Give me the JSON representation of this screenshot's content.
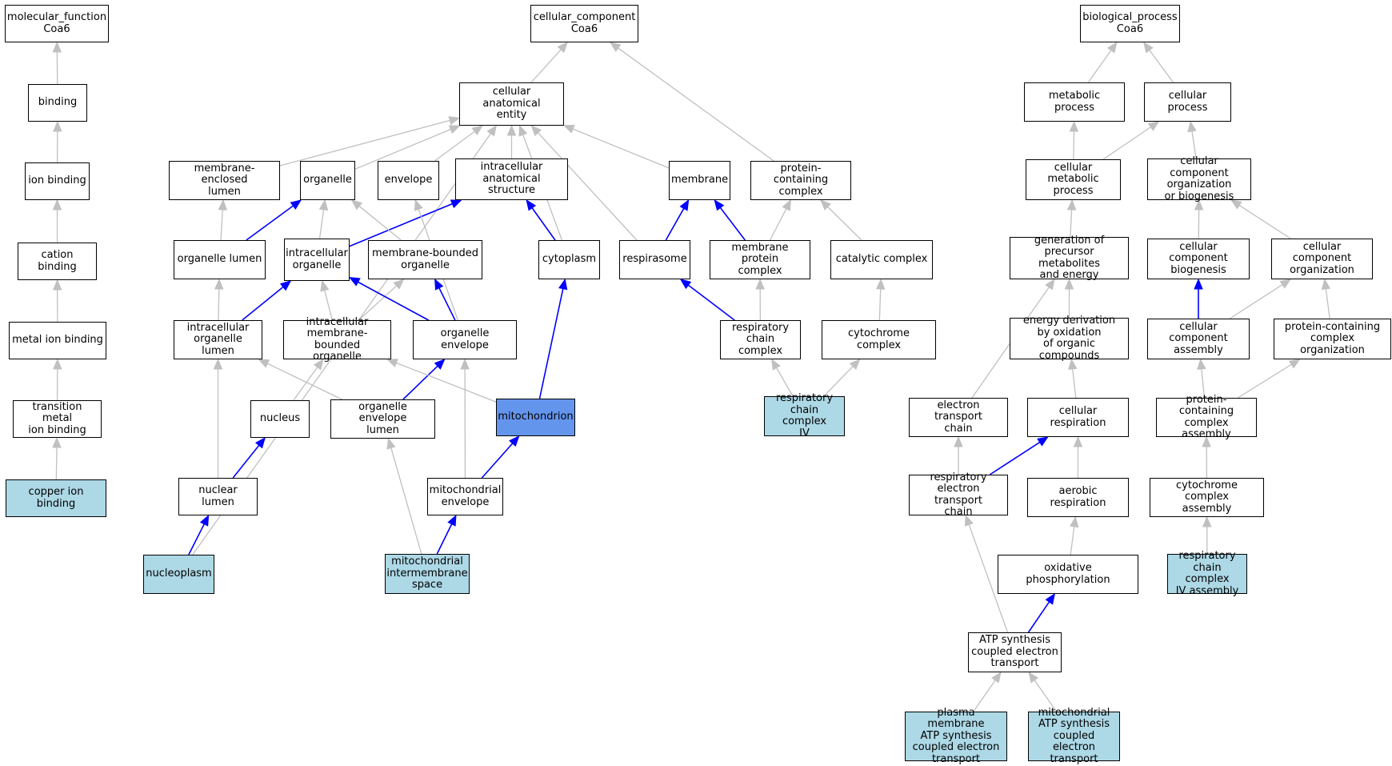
{
  "colors": {
    "edge_default": "#c0c0c0",
    "edge_highlight": "#0000ff",
    "leaf_fill": "#add8e6",
    "focus_fill": "#6495ed"
  },
  "nodes": {
    "mf_root": {
      "label": "molecular_function\nCoa6",
      "kind": "root"
    },
    "binding": {
      "label": "binding"
    },
    "ion_binding": {
      "label": "ion binding"
    },
    "cation_binding": {
      "label": "cation binding"
    },
    "metal_ion_binding": {
      "label": "metal ion binding"
    },
    "tm_ion_binding": {
      "label": "transition metal\nion binding"
    },
    "copper_ion_binding": {
      "label": "copper ion binding",
      "kind": "leaf"
    },
    "cc_root": {
      "label": "cellular_component\nCoa6",
      "kind": "root"
    },
    "cae": {
      "label": "cellular anatomical\nentity"
    },
    "mel": {
      "label": "membrane-enclosed\nlumen"
    },
    "organelle": {
      "label": "organelle"
    },
    "envelope": {
      "label": "envelope"
    },
    "ias": {
      "label": "intracellular\nanatomical structure"
    },
    "membrane": {
      "label": "membrane"
    },
    "pcc": {
      "label": "protein-containing\ncomplex"
    },
    "org_lumen": {
      "label": "organelle lumen"
    },
    "intra_org": {
      "label": "intracellular\norganelle"
    },
    "mbo": {
      "label": "membrane-bounded\norganelle"
    },
    "cytoplasm": {
      "label": "cytoplasm"
    },
    "respirasome": {
      "label": "respirasome"
    },
    "mpc": {
      "label": "membrane protein\ncomplex"
    },
    "catalytic": {
      "label": "catalytic complex"
    },
    "iol": {
      "label": "intracellular\norganelle lumen"
    },
    "imbo": {
      "label": "intracellular\nmembrane-bounded\norganelle"
    },
    "org_env": {
      "label": "organelle envelope"
    },
    "rcc": {
      "label": "respiratory\nchain complex"
    },
    "cyt_complex": {
      "label": "cytochrome complex"
    },
    "nucleus": {
      "label": "nucleus"
    },
    "oel": {
      "label": "organelle envelope\nlumen"
    },
    "mito": {
      "label": "mitochondrion",
      "kind": "focus"
    },
    "rcc4": {
      "label": "respiratory\nchain complex\nIV",
      "kind": "leaf"
    },
    "nuc_lumen": {
      "label": "nuclear lumen"
    },
    "mito_env": {
      "label": "mitochondrial\nenvelope"
    },
    "nucleoplasm": {
      "label": "nucleoplasm",
      "kind": "leaf"
    },
    "mims": {
      "label": "mitochondrial\nintermembrane\nspace",
      "kind": "leaf"
    },
    "bp_root": {
      "label": "biological_process\nCoa6",
      "kind": "root"
    },
    "metabolic": {
      "label": "metabolic process"
    },
    "cellular": {
      "label": "cellular process"
    },
    "cell_metab": {
      "label": "cellular metabolic\nprocess"
    },
    "ccob": {
      "label": "cellular component\norganization\nor biogenesis"
    },
    "gen_precursor": {
      "label": "generation of\nprecursor metabolites\nand energy"
    },
    "cc_biogenesis": {
      "label": "cellular component\nbiogenesis"
    },
    "cc_org": {
      "label": "cellular component\norganization"
    },
    "energy_deriv": {
      "label": "energy derivation\nby oxidation\nof organic compounds"
    },
    "cc_assembly": {
      "label": "cellular component\nassembly"
    },
    "pc_org": {
      "label": "protein-containing\ncomplex organization"
    },
    "etc": {
      "label": "electron transport\nchain"
    },
    "cell_resp": {
      "label": "cellular respiration"
    },
    "pc_assembly": {
      "label": "protein-containing\ncomplex assembly"
    },
    "retc": {
      "label": "respiratory\nelectron transport\nchain"
    },
    "aerobic": {
      "label": "aerobic respiration"
    },
    "cyt_assembly": {
      "label": "cytochrome complex\nassembly"
    },
    "oxphos": {
      "label": "oxidative phosphorylation"
    },
    "rcc4_assembly": {
      "label": "respiratory\nchain complex\nIV assembly",
      "kind": "leaf"
    },
    "atp_synth": {
      "label": "ATP synthesis\ncoupled electron\ntransport"
    },
    "pm_atp": {
      "label": "plasma membrane\nATP synthesis\ncoupled electron\ntransport",
      "kind": "leaf"
    },
    "mito_atp": {
      "label": "mitochondrial\nATP synthesis\ncoupled electron\ntransport",
      "kind": "leaf"
    }
  },
  "edges": [
    [
      "binding",
      "mf_root",
      "g"
    ],
    [
      "ion_binding",
      "binding",
      "g"
    ],
    [
      "cation_binding",
      "ion_binding",
      "g"
    ],
    [
      "metal_ion_binding",
      "cation_binding",
      "g"
    ],
    [
      "tm_ion_binding",
      "metal_ion_binding",
      "g"
    ],
    [
      "copper_ion_binding",
      "tm_ion_binding",
      "g"
    ],
    [
      "cae",
      "cc_root",
      "g"
    ],
    [
      "pcc",
      "cc_root",
      "g"
    ],
    [
      "mel",
      "cae",
      "g"
    ],
    [
      "organelle",
      "cae",
      "g"
    ],
    [
      "envelope",
      "cae",
      "g"
    ],
    [
      "ias",
      "cae",
      "g"
    ],
    [
      "membrane",
      "cae",
      "g"
    ],
    [
      "cytoplasm",
      "cae",
      "g"
    ],
    [
      "respirasome",
      "cae",
      "g"
    ],
    [
      "nucleoplasm",
      "cae",
      "g"
    ],
    [
      "org_lumen",
      "mel",
      "g"
    ],
    [
      "org_lumen",
      "organelle",
      "b"
    ],
    [
      "intra_org",
      "organelle",
      "g"
    ],
    [
      "intra_org",
      "ias",
      "b"
    ],
    [
      "mbo",
      "organelle",
      "g"
    ],
    [
      "cytoplasm",
      "ias",
      "b"
    ],
    [
      "respirasome",
      "membrane",
      "b"
    ],
    [
      "mpc",
      "membrane",
      "b"
    ],
    [
      "mpc",
      "pcc",
      "g"
    ],
    [
      "catalytic",
      "pcc",
      "g"
    ],
    [
      "iol",
      "org_lumen",
      "g"
    ],
    [
      "iol",
      "intra_org",
      "b"
    ],
    [
      "imbo",
      "intra_org",
      "g"
    ],
    [
      "imbo",
      "mbo",
      "g"
    ],
    [
      "org_env",
      "intra_org",
      "b"
    ],
    [
      "org_env",
      "mbo",
      "b"
    ],
    [
      "org_env",
      "envelope",
      "g"
    ],
    [
      "rcc",
      "respirasome",
      "b"
    ],
    [
      "rcc",
      "mpc",
      "g"
    ],
    [
      "cyt_complex",
      "catalytic",
      "g"
    ],
    [
      "nucleus",
      "imbo",
      "g"
    ],
    [
      "oel",
      "iol",
      "g"
    ],
    [
      "oel",
      "org_env",
      "b"
    ],
    [
      "mito",
      "cytoplasm",
      "b"
    ],
    [
      "mito",
      "imbo",
      "g"
    ],
    [
      "rcc4",
      "rcc",
      "g"
    ],
    [
      "rcc4",
      "cyt_complex",
      "g"
    ],
    [
      "nuc_lumen",
      "nucleus",
      "b"
    ],
    [
      "nuc_lumen",
      "iol",
      "g"
    ],
    [
      "mito_env",
      "mito",
      "b"
    ],
    [
      "mito_env",
      "org_env",
      "g"
    ],
    [
      "nucleoplasm",
      "nuc_lumen",
      "b"
    ],
    [
      "mims",
      "mito_env",
      "b"
    ],
    [
      "mims",
      "oel",
      "g"
    ],
    [
      "metabolic",
      "bp_root",
      "g"
    ],
    [
      "cellular",
      "bp_root",
      "g"
    ],
    [
      "cell_metab",
      "metabolic",
      "g"
    ],
    [
      "cell_metab",
      "cellular",
      "g"
    ],
    [
      "ccob",
      "cellular",
      "g"
    ],
    [
      "gen_precursor",
      "cell_metab",
      "g"
    ],
    [
      "cc_biogenesis",
      "ccob",
      "g"
    ],
    [
      "cc_org",
      "ccob",
      "g"
    ],
    [
      "energy_deriv",
      "gen_precursor",
      "g"
    ],
    [
      "cc_assembly",
      "cc_biogenesis",
      "b"
    ],
    [
      "cc_assembly",
      "cc_org",
      "g"
    ],
    [
      "pc_org",
      "cc_org",
      "g"
    ],
    [
      "etc",
      "gen_precursor",
      "g"
    ],
    [
      "cell_resp",
      "energy_deriv",
      "g"
    ],
    [
      "pc_assembly",
      "cc_assembly",
      "g"
    ],
    [
      "pc_assembly",
      "pc_org",
      "g"
    ],
    [
      "retc",
      "etc",
      "g"
    ],
    [
      "retc",
      "cell_resp",
      "b"
    ],
    [
      "aerobic",
      "cell_resp",
      "g"
    ],
    [
      "cyt_assembly",
      "pc_assembly",
      "g"
    ],
    [
      "oxphos",
      "aerobic",
      "g"
    ],
    [
      "rcc4_assembly",
      "cyt_assembly",
      "g"
    ],
    [
      "atp_synth",
      "oxphos",
      "b"
    ],
    [
      "atp_synth",
      "retc",
      "g"
    ],
    [
      "pm_atp",
      "atp_synth",
      "g"
    ],
    [
      "mito_atp",
      "atp_synth",
      "g"
    ]
  ]
}
